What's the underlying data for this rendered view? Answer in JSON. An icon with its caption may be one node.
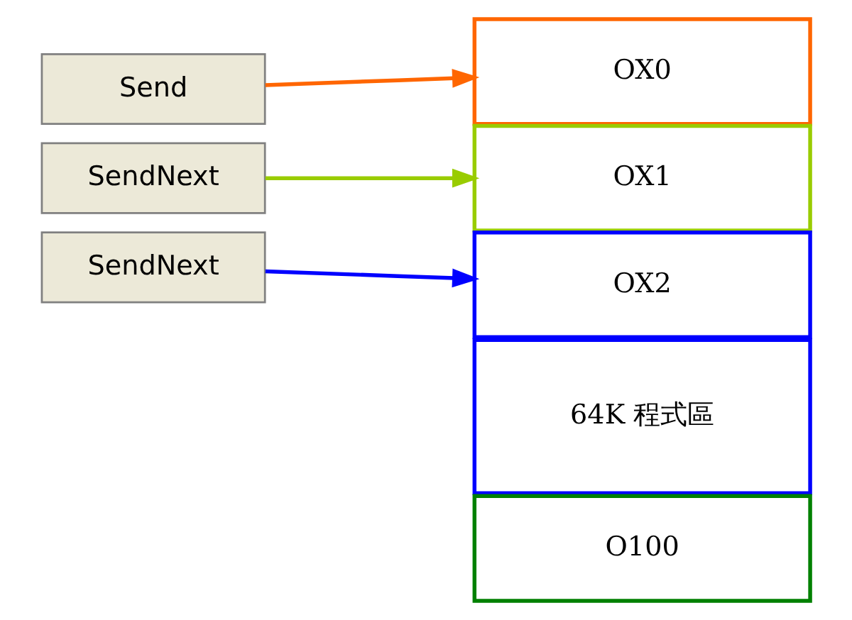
{
  "diagram": {
    "nodes": [
      {
        "text": [
          "Send"
        ]
      },
      {
        "text": [
          "SendNext"
        ]
      },
      {
        "text": [
          "SendNext"
        ]
      },
      {
        "text": [
          "OX0"
        ]
      },
      {
        "text": [
          "OX1"
        ]
      },
      {
        "text": [
          "OX2"
        ]
      },
      {
        "text": [
          "64K 程式區"
        ]
      },
      {
        "text": [
          "O100"
        ]
      }
    ],
    "edges": [
      {
        "from": 0,
        "to": 3,
        "arrow": "to",
        "color": "#ff6600"
      },
      {
        "from": 1,
        "to": 4,
        "arrow": "to",
        "color": "#99cc00"
      },
      {
        "from": 2,
        "to": 5,
        "arrow": "to",
        "color": "#0000ff"
      }
    ]
  }
}
